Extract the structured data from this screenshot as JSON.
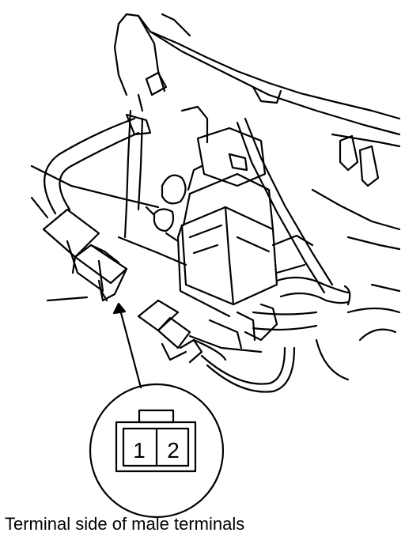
{
  "diagram": {
    "caption": "Terminal side of male terminals",
    "connector": {
      "terminals": [
        "1",
        "2"
      ]
    }
  },
  "colors": {
    "line": "#000000",
    "background": "#ffffff"
  }
}
